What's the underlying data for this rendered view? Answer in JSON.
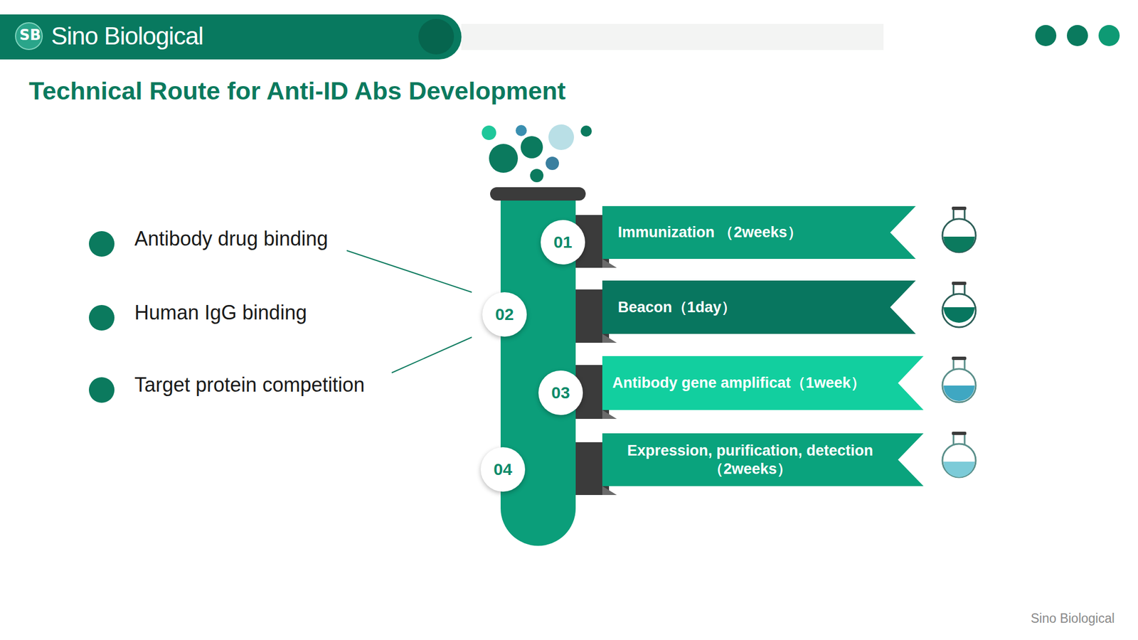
{
  "diagram": {
    "title": "Technical Route for Anti-ID Abs Development",
    "nodes": [
      {
        "text": [
          "01"
        ]
      },
      {
        "text": [
          "Immunization （2weeks）"
        ]
      },
      {
        "text": [
          "02"
        ]
      },
      {
        "text": [
          "Beacon（1day）"
        ]
      },
      {
        "text": [
          "03"
        ]
      },
      {
        "text": [
          "Antibody gene amplificat（1week）"
        ]
      },
      {
        "text": [
          "04"
        ]
      },
      {
        "text": [
          "Expression, purification, detection （2weeks）"
        ]
      }
    ],
    "labels": [
      "SB",
      "Sino Biological",
      "Antibody drug binding",
      "Human IgG binding",
      "Target protein competition",
      "Sino Biological"
    ]
  }
}
